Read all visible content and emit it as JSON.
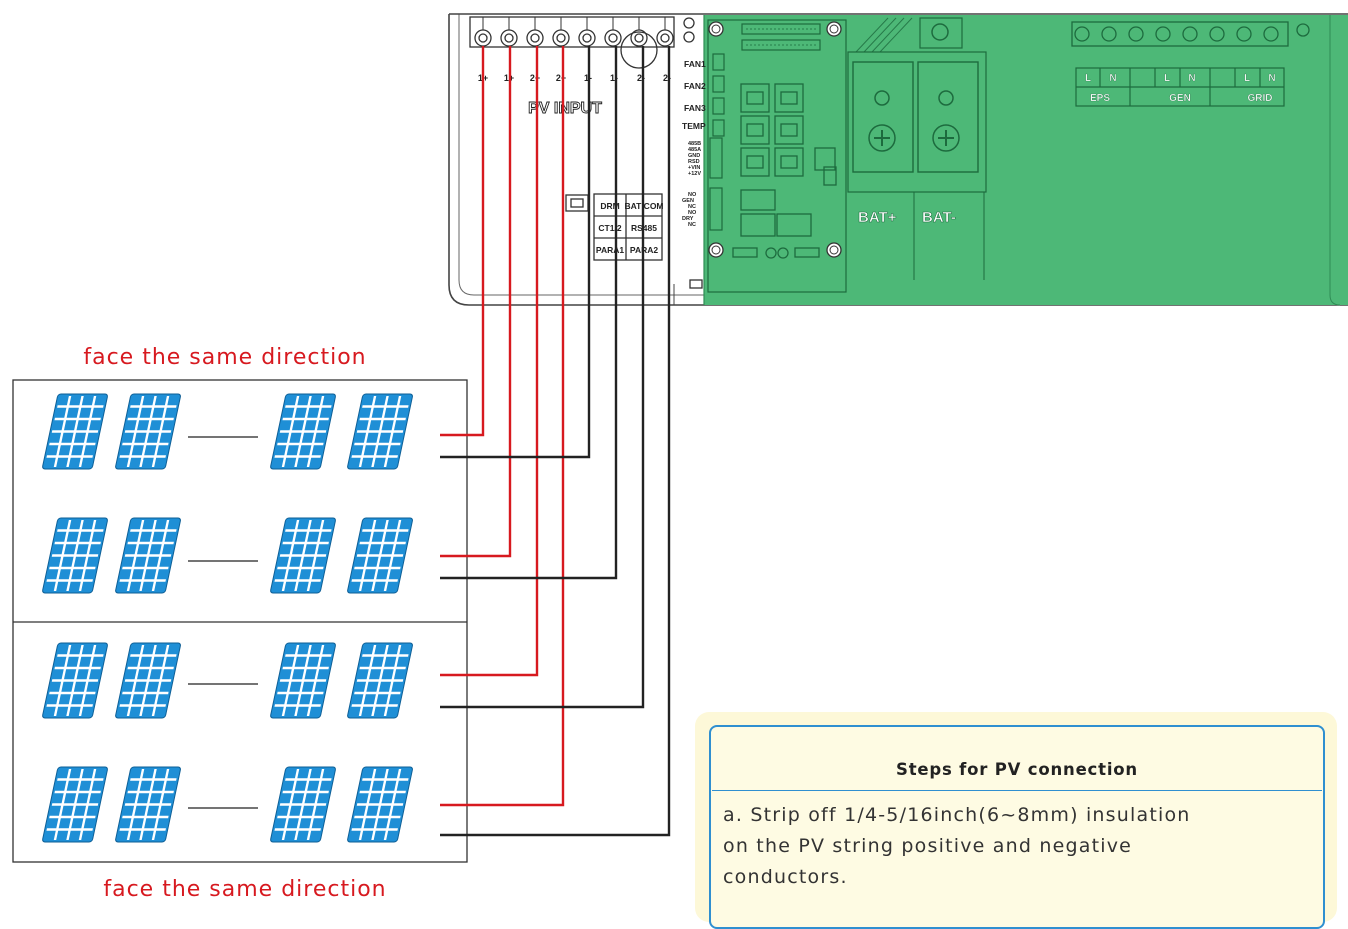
{
  "inverter": {
    "pv_input_label": "PV INPUT",
    "pv_terminals": [
      "1+",
      "1+",
      "2+",
      "2+",
      "1-",
      "1-",
      "2-",
      "2-"
    ],
    "fan_labels": [
      "FAN1",
      "FAN2",
      "FAN3",
      "TEMP"
    ],
    "signal_labels": [
      "485B",
      "485A",
      "GND",
      "RSD",
      "+VIN",
      "+12V"
    ],
    "dry_labels": [
      "NO",
      "GEN",
      "NC",
      "NO",
      "DRY",
      "NC"
    ],
    "port_grid": [
      [
        "DRM",
        "BAT COM"
      ],
      [
        "CT1/2",
        "RS485"
      ],
      [
        "PARA1",
        "PARA2"
      ]
    ],
    "battery_labels": [
      "BAT+",
      "BAT-"
    ],
    "ac_groups": [
      {
        "label": "EPS",
        "pins": [
          "L",
          "N"
        ]
      },
      {
        "label": "GEN",
        "pins": [
          "L",
          "N"
        ]
      },
      {
        "label": "GRID",
        "pins": [
          "L",
          "N"
        ]
      }
    ],
    "colors": {
      "ac_area": "#4db877",
      "ac_area_edge": "#2f8c55",
      "positive_wire": "#d7191f",
      "negative_wire": "#222222"
    }
  },
  "pv_array": {
    "top_label": "face the same direction",
    "bottom_label": "face the same direction",
    "strings": [
      {
        "positive_terminal": "1+",
        "negative_terminal": "1-"
      },
      {
        "positive_terminal": "1+",
        "negative_terminal": "1-"
      },
      {
        "positive_terminal": "2+",
        "negative_terminal": "2-"
      },
      {
        "positive_terminal": "2+",
        "negative_terminal": "2-"
      }
    ],
    "panel_icon": "solar-panel-icon",
    "panel_color": "#1f8fd6"
  },
  "steps": {
    "title": "Steps for PV connection",
    "lines": [
      "a. Strip off 1/4-5/16inch(6~8mm) insulation",
      "on the PV string positive and negative",
      "conductors."
    ]
  }
}
